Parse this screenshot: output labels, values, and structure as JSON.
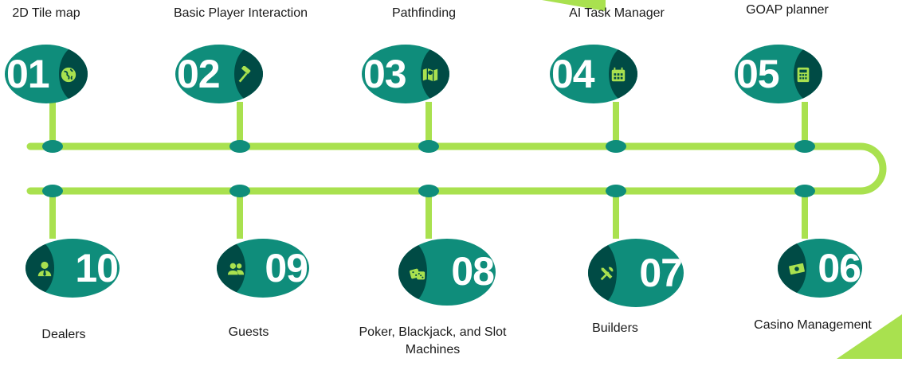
{
  "colors": {
    "track": "#a9e14f",
    "badge": "#0f8d7b",
    "badge_cap": "#004b45",
    "node": "#0f8d7b",
    "icon": "#a9e14f",
    "corner_accent": "#a9e14f"
  },
  "steps": [
    {
      "number": "01",
      "title": "2D Tile map",
      "icon": "globe-icon"
    },
    {
      "number": "02",
      "title": "Basic Player Interaction",
      "icon": "hammer-icon"
    },
    {
      "number": "03",
      "title": "Pathfinding",
      "icon": "map-icon"
    },
    {
      "number": "04",
      "title": "AI Task Manager",
      "icon": "calendar-icon"
    },
    {
      "number": "05",
      "title": "GOAP planner",
      "icon": "calculator-icon"
    },
    {
      "number": "06",
      "title": "Casino Management",
      "icon": "money-icon"
    },
    {
      "number": "07",
      "title": "Builders",
      "icon": "tools-icon"
    },
    {
      "number": "08",
      "title_line1": "Poker, Blackjack, and Slot",
      "title_line2": "Machines",
      "icon": "dice-icon"
    },
    {
      "number": "09",
      "title": "Guests",
      "icon": "users-icon"
    },
    {
      "number": "10",
      "title": "Dealers",
      "icon": "user-tie-icon"
    }
  ]
}
